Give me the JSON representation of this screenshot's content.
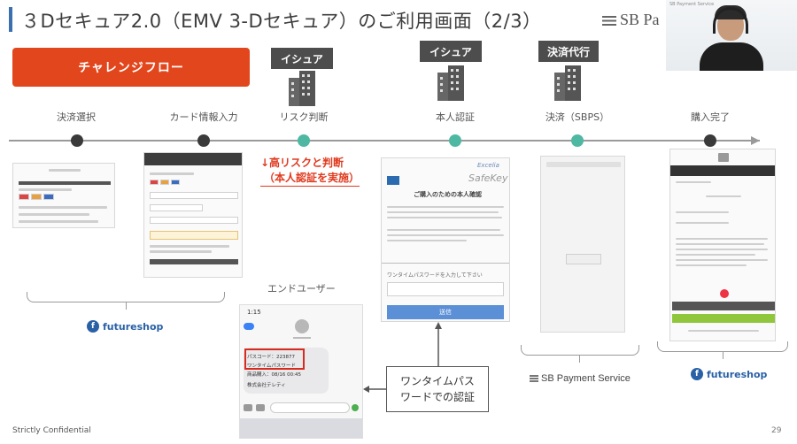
{
  "header": {
    "title": "３Dセキュア2.0（EMV 3-Dセキュア）のご利用画面（2/3）",
    "brand": "SB Pa"
  },
  "webcam": {
    "caption": "SB Payment Service"
  },
  "challenge_flow": {
    "label": "チャレンジフロー"
  },
  "roles": [
    {
      "label": "イシュア"
    },
    {
      "label": "イシュア"
    },
    {
      "label": "決済代行"
    }
  ],
  "steps": [
    {
      "label": "決済選択",
      "dot": "dark"
    },
    {
      "label": "カード情報入力",
      "dot": "dark"
    },
    {
      "label": "リスク判断",
      "dot": "teal"
    },
    {
      "label": "本人認証",
      "dot": "teal"
    },
    {
      "label": "決済（SBPS）",
      "dot": "teal"
    },
    {
      "label": "購入完了",
      "dot": "dark"
    }
  ],
  "risk_note": {
    "line1": "↓高リスクと判断",
    "line2": "（本人認証を実施）"
  },
  "auth_screen": {
    "brand": "Excelia",
    "logo": "SafeKey",
    "heading": "ご購入のための本人確認",
    "submit": "送信",
    "otp_placeholder": "ワンタイムパスワードを入力して下さい"
  },
  "sms": {
    "enduser_label": "エンドユーザー",
    "time": "1:15",
    "passcode": "パスコード：223877",
    "detail": "ワンタイムパスワード",
    "amount": "商品購入：08/16 00:45",
    "sender": "株式会社テレティ"
  },
  "callout": {
    "line1": "ワンタイムパス",
    "line2": "ワードでの認証"
  },
  "logos": {
    "futureshop": "futureshop",
    "futureshop_mark": "f",
    "sbps": "SB Payment Service"
  },
  "footer": {
    "confidential": "Strictly Confidential",
    "page": "29"
  },
  "colors": {
    "accent": "#e2461c",
    "teal": "#4fb8a2",
    "dark": "#3a3a3a",
    "title_bar": "#3a6fb0",
    "futureshop": "#2a61a6"
  },
  "icons": [
    "building-icon",
    "chevron-left-icon",
    "avatar-icon",
    "camera-icon",
    "app-icon",
    "mic-icon"
  ]
}
